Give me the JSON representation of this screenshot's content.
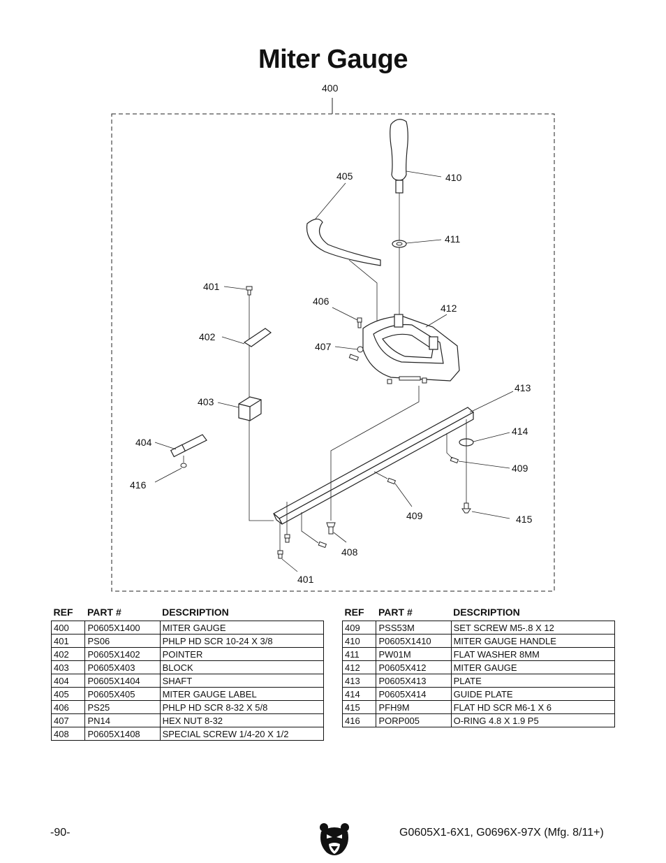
{
  "page": {
    "title": "Miter Gauge",
    "page_number": "-90-",
    "model_info": "G0605X1-6X1, G0696X-97X (Mfg. 8/11+)"
  },
  "diagram": {
    "callouts": [
      "400",
      "401",
      "402",
      "403",
      "404",
      "405",
      "406",
      "407",
      "408",
      "409",
      "409",
      "410",
      "411",
      "412",
      "413",
      "414",
      "415",
      "416",
      "401"
    ]
  },
  "parts_table": {
    "headers": [
      "REF",
      "PART #",
      "DESCRIPTION"
    ],
    "left": [
      [
        "400",
        "P0605X1400",
        "MITER GAUGE"
      ],
      [
        "401",
        "PS06",
        "PHLP HD SCR 10-24 X 3/8"
      ],
      [
        "402",
        "P0605X1402",
        "POINTER"
      ],
      [
        "403",
        "P0605X403",
        "BLOCK"
      ],
      [
        "404",
        "P0605X1404",
        "SHAFT"
      ],
      [
        "405",
        "P0605X405",
        "MITER GAUGE LABEL"
      ],
      [
        "406",
        "PS25",
        "PHLP HD SCR 8-32 X 5/8"
      ],
      [
        "407",
        "PN14",
        "HEX NUT 8-32"
      ],
      [
        "408",
        "P0605X1408",
        "SPECIAL SCREW 1/4-20 X 1/2"
      ]
    ],
    "right": [
      [
        "409",
        "PSS53M",
        "SET SCREW M5-.8 X 12"
      ],
      [
        "410",
        "P0605X1410",
        "MITER GAUGE HANDLE"
      ],
      [
        "411",
        "PW01M",
        "FLAT WASHER 8MM"
      ],
      [
        "412",
        "P0605X412",
        "MITER GAUGE"
      ],
      [
        "413",
        "P0605X413",
        "PLATE"
      ],
      [
        "414",
        "P0605X414",
        "GUIDE PLATE"
      ],
      [
        "415",
        "PFH9M",
        "FLAT HD SCR M6-1 X 6"
      ],
      [
        "416",
        "PORP005",
        "O-RING 4.8 X 1.9 P5"
      ]
    ]
  },
  "logo": {
    "icon": "bear-head-logo-icon"
  }
}
